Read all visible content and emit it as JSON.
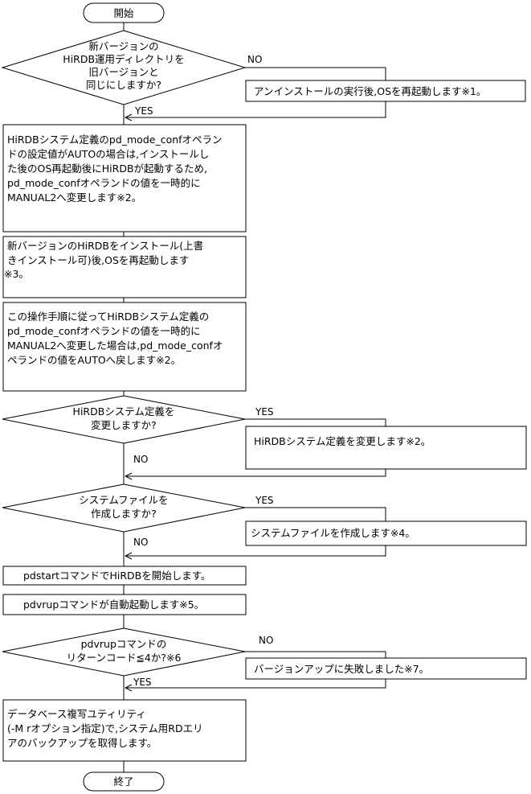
{
  "terminals": {
    "start": "開始",
    "end": "終了"
  },
  "decisions": {
    "d1": [
      "新バージョンの",
      "HiRDB運用ディレクトリを",
      "旧バージョンと",
      "同じにしますか?"
    ],
    "d2": [
      "HiRDBシステム定義を",
      "変更しますか?"
    ],
    "d3": [
      "システムファイルを",
      "作成しますか?"
    ],
    "d4": [
      "pdvrupコマンドの",
      "リターンコード≦4か?※6"
    ]
  },
  "labels": {
    "no": "NO",
    "yes": "YES"
  },
  "side_boxes": {
    "s1": [
      "アンインストールの実行後,OSを再起動します※1。"
    ],
    "s2": [
      "HiRDBシステム定義を変更します※2。"
    ],
    "s3": [
      "システムファイルを作成します※4。"
    ],
    "s4": [
      "バージョンアップに失敗しました※7。"
    ]
  },
  "process_boxes": {
    "p1": [
      "HiRDBシステム定義のpd_mode_confオペラン",
      "ドの設定値がAUTOの場合は,インストールし",
      "た後のOS再起動後にHiRDBが起動するため,",
      "pd_mode_confオペランドの値を一時的に",
      "MANUAL2へ変更します※2。"
    ],
    "p2": [
      "新バージョンのHiRDBをインストール(上書",
      "きインストール可)後,OSを再起動します",
      "※3。"
    ],
    "p3": [
      "この操作手順に従ってHiRDBシステム定義の",
      "pd_mode_confオペランドの値を一時的に",
      "MANUAL2へ変更した場合は,pd_mode_confオ",
      "ペランドの値をAUTOへ戻します※2。"
    ],
    "p4": [
      "pdstartコマンドでHiRDBを開始します。"
    ],
    "p5": [
      "pdvrupコマンドが自動起動します※5。"
    ],
    "p6": [
      "データベース複写ユティリティ",
      "(-M rオプション指定)で,システム用RDエリ",
      "アのバックアップを取得します。"
    ]
  }
}
